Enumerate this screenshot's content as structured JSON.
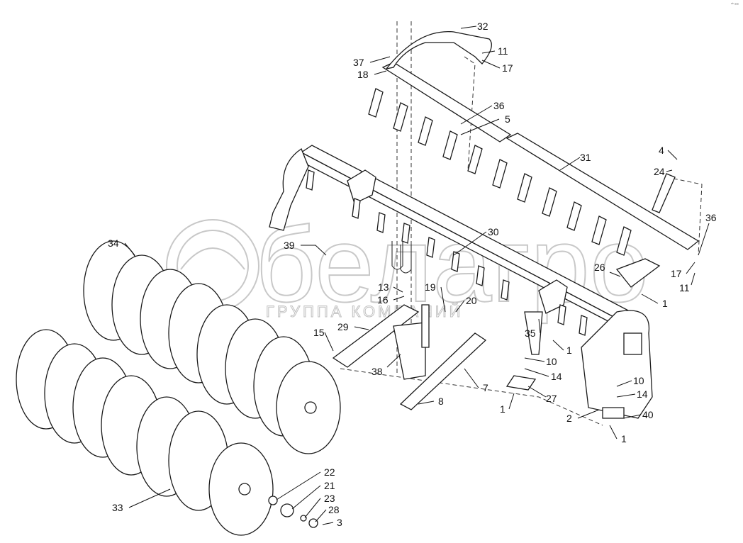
{
  "watermark": {
    "brand": "белагро",
    "subtitle": "ГРУППА КОМПАНИЙ"
  },
  "corner_mark": "ᵃᵇ ≡≡",
  "callouts": [
    "32",
    "37",
    "18",
    "11",
    "17",
    "36",
    "5",
    "4",
    "24",
    "31",
    "36",
    "17",
    "11",
    "26",
    "1",
    "34",
    "39",
    "30",
    "13",
    "16",
    "19",
    "20",
    "15",
    "29",
    "38",
    "35",
    "1",
    "10",
    "14",
    "7",
    "8",
    "27",
    "1",
    "10",
    "14",
    "40",
    "2",
    "1",
    "22",
    "21",
    "23",
    "28",
    "3",
    "33"
  ]
}
